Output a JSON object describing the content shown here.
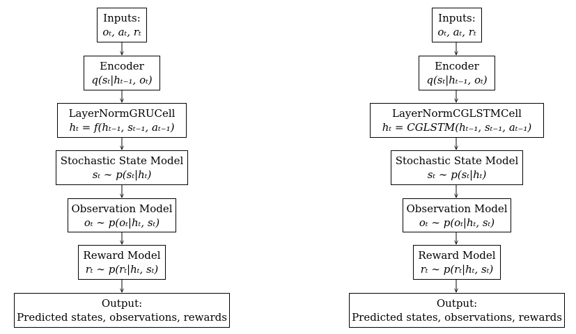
{
  "left": {
    "inputs": {
      "title": "Inputs:",
      "formula": "oₜ, aₜ, rₜ"
    },
    "encoder": {
      "title": "Encoder",
      "formula": "q(sₜ|hₜ₋₁, oₜ)"
    },
    "cell": {
      "title": "LayerNormGRUCell",
      "formula": "hₜ = f(hₜ₋₁, sₜ₋₁, aₜ₋₁)"
    },
    "state": {
      "title": "Stochastic State Model",
      "formula": "sₜ ∼ p(sₜ|hₜ)"
    },
    "observation": {
      "title": "Observation Model",
      "formula": "oₜ ∼ p(oₜ|hₜ, sₜ)"
    },
    "reward": {
      "title": "Reward Model",
      "formula": "rₜ ∼ p(rₜ|hₜ, sₜ)"
    },
    "output": {
      "title": "Output:",
      "text": "Predicted states, observations, rewards"
    }
  },
  "right": {
    "inputs": {
      "title": "Inputs:",
      "formula": "oₜ, aₜ, rₜ"
    },
    "encoder": {
      "title": "Encoder",
      "formula": "q(sₜ|hₜ₋₁, oₜ)"
    },
    "cell": {
      "title": "LayerNormCGLSTMCell",
      "formula": "hₜ = CGLSTM(hₜ₋₁, sₜ₋₁, aₜ₋₁)"
    },
    "state": {
      "title": "Stochastic State Model",
      "formula": "sₜ ∼ p(sₜ|hₜ)"
    },
    "observation": {
      "title": "Observation Model",
      "formula": "oₜ ∼ p(oₜ|hₜ, sₜ)"
    },
    "reward": {
      "title": "Reward Model",
      "formula": "rₜ ∼ p(rₜ|hₜ, sₜ)"
    },
    "output": {
      "title": "Output:",
      "text": "Predicted states, observations, rewards"
    }
  }
}
